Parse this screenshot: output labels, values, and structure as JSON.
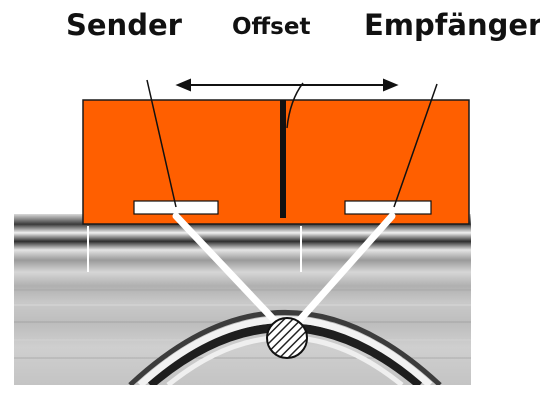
{
  "labels": {
    "sender": "Sender",
    "offset": "Offset",
    "receiver": "Empfänger"
  },
  "colors": {
    "antenna_housing": "#ff5f00",
    "housing_outline": "#1a1a1a",
    "ground_dark": "#2a2a2a",
    "ground_light": "#e6e6e6",
    "ray": "#ffffff",
    "target": "#ffffff"
  },
  "icons": {
    "offset_arrow": "double-headed-arrow-icon",
    "target": "hatched-circle-icon"
  }
}
